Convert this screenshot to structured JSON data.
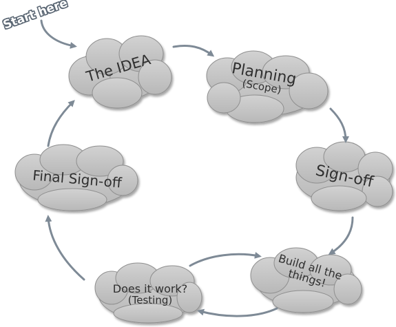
{
  "start_label": "Start here",
  "nodes": {
    "idea": {
      "label": "The IDEA"
    },
    "planning": {
      "label": "Planning",
      "sub": "(Scope)"
    },
    "signoff": {
      "label": "Sign-off"
    },
    "build": {
      "label": "Build all the things!"
    },
    "testing": {
      "label": "Does it work?",
      "sub": "(Testing)"
    },
    "final": {
      "label": "Final Sign-off"
    }
  },
  "colors": {
    "cloud_fill": "#c4c4c4",
    "cloud_stroke": "#8e8e8e",
    "arrow": "#7e8a96",
    "text": "#2f2f2f"
  }
}
